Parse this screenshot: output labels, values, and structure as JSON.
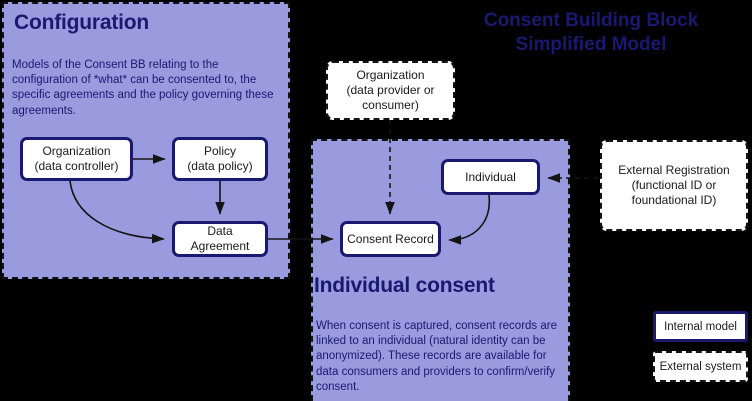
{
  "diagram": {
    "title_lines": [
      "Consent Building Block",
      "Simplified Model"
    ],
    "colors": {
      "background": "#000000",
      "panel_fill": "#9a9ade",
      "accent_navy": "#191970",
      "node_fill": "#ffffff",
      "edge": "#1a1a1a"
    }
  },
  "panels": [
    {
      "id": "configuration",
      "heading": "Configuration",
      "body": "Models of the Consent BB relating to the configuration of *what* can be consented to, the specific agreements and the policy governing these agreements."
    },
    {
      "id": "individual-consent",
      "heading": "Individual consent",
      "body": "When consent is captured, consent records are linked to an individual (natural identity can be anonymized). These records are available for data consumers and providers to confirm/verify consent."
    }
  ],
  "nodes": [
    {
      "id": "org-controller",
      "label": "Organization\n(data controller)",
      "lines": [
        "Organization",
        "(data controller)"
      ],
      "kind": "internal"
    },
    {
      "id": "policy",
      "label": "Policy\n(data policy)",
      "lines": [
        "Policy",
        "(data policy)"
      ],
      "kind": "internal"
    },
    {
      "id": "data-agreement",
      "label": "Data Agreement",
      "lines": [
        "Data Agreement"
      ],
      "kind": "internal"
    },
    {
      "id": "org-provider",
      "label": "Organization\n(data provider or consumer)",
      "lines": [
        "Organization",
        "(data provider or",
        "consumer)"
      ],
      "kind": "external"
    },
    {
      "id": "consent-record",
      "label": "Consent Record",
      "lines": [
        "Consent Record"
      ],
      "kind": "internal"
    },
    {
      "id": "individual",
      "label": "Individual",
      "lines": [
        "Individual"
      ],
      "kind": "internal"
    },
    {
      "id": "external-reg",
      "label": "External Registration\n(functional ID or foundational ID)",
      "lines": [
        "External Registration",
        "(functional ID or",
        "foundational ID)"
      ],
      "kind": "external"
    }
  ],
  "edges": [
    {
      "from": "org-controller",
      "to": "policy",
      "style": "solid",
      "shape": "straight"
    },
    {
      "from": "org-controller",
      "to": "data-agreement",
      "style": "solid",
      "shape": "curved"
    },
    {
      "from": "policy",
      "to": "data-agreement",
      "style": "solid",
      "shape": "straight"
    },
    {
      "from": "data-agreement",
      "to": "consent-record",
      "style": "solid",
      "shape": "straight"
    },
    {
      "from": "org-provider",
      "to": "consent-record",
      "style": "dashed",
      "shape": "straight"
    },
    {
      "from": "individual",
      "to": "consent-record",
      "style": "solid",
      "shape": "curved"
    },
    {
      "from": "external-reg",
      "to": "individual",
      "style": "dashed",
      "shape": "straight"
    }
  ],
  "legend": [
    {
      "id": "internal",
      "label": "Internal model"
    },
    {
      "id": "external",
      "label": "External system"
    }
  ]
}
